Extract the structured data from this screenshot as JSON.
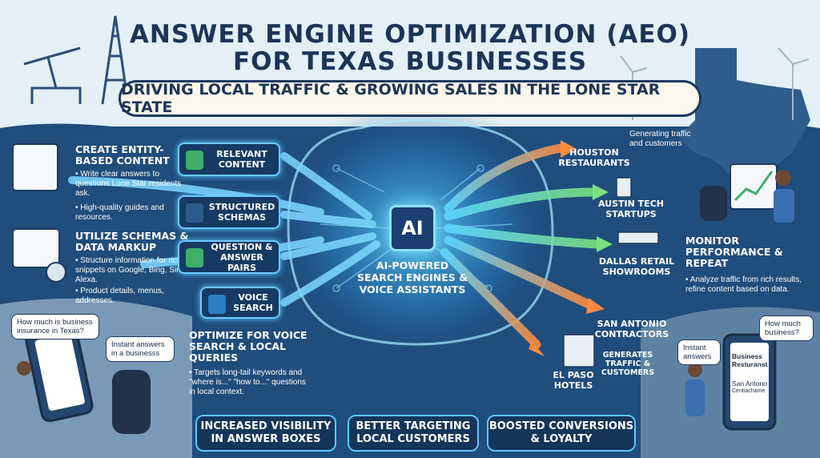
{
  "header": {
    "title_line1": "ANSWER ENGINE OPTIMIZATION (AEO)",
    "title_line2": "FOR TEXAS BUSINESSES",
    "subtitle": "DRIVING LOCAL TRAFFIC & GROWING SALES IN THE LONE STAR STATE"
  },
  "left_sections": [
    {
      "title": "CREATE ENTITY-BASED CONTENT",
      "bullets": [
        "• Write clear answers to questions Lone Star residents ask.",
        "• High-quality guides and resources."
      ]
    },
    {
      "title": "UTILIZE SCHEMAS & DATA MARKUP",
      "bullets": [
        "• Structure information for rich snippets on Google, Bing, Siri, Alexa.",
        "• Product details, menus, addresses."
      ]
    }
  ],
  "voice_section": {
    "title": "OPTIMIZE FOR VOICE SEARCH & LOCAL QUERIES",
    "bullets": [
      "• Targets long-tail keywords and \"where is...\" \"how to...\" questions in local context."
    ]
  },
  "inputs": [
    "RELEVANT CONTENT",
    "STRUCTURED SCHEMAS",
    "QUESTION & ANSWER PAIRS",
    "VOICE SEARCH"
  ],
  "center": {
    "chip": "AI",
    "label": "AI-POWERED SEARCH ENGINES & VOICE ASSISTANTS"
  },
  "outputs": {
    "houston": "HOUSTON RESTAURANTS",
    "houston_note": "Generating traffic and customers",
    "austin": "AUSTIN TECH STARTUPS",
    "dallas": "DALLAS RETAIL SHOWROOMS",
    "san_antonio": "SAN ANTONIO CONTRACTORS",
    "el_paso": "EL PASO HOTELS",
    "el_paso_note": "GENERATES TRAFFIC & CUSTOMERS"
  },
  "monitor": {
    "title": "MONITOR PERFORMANCE & REPEAT",
    "bullet": "• Analyze traffic from rich results, refine content based on data."
  },
  "bottom_boxes": [
    "INCREASED VISIBILITY IN ANSWER BOXES",
    "BETTER TARGETING LOCAL CUSTOMERS",
    "BOOSTED CONVERSIONS & LOYALTY"
  ],
  "bubbles": {
    "left_question": "How much is business insurance in Texas?",
    "left_answer": "Instant answers in a businesss",
    "right_question": "How much business?",
    "right_answer": "Instant answers",
    "phone_line1": "Business Resturanst",
    "phone_line2": "San Antono",
    "phone_line3": "Centiachame"
  },
  "colors": {
    "navy": "#1c3557",
    "panel": "#1e4a78",
    "accent": "#5fc7ff",
    "sky": "#dfeef6",
    "texas": "#2f5d8c"
  }
}
